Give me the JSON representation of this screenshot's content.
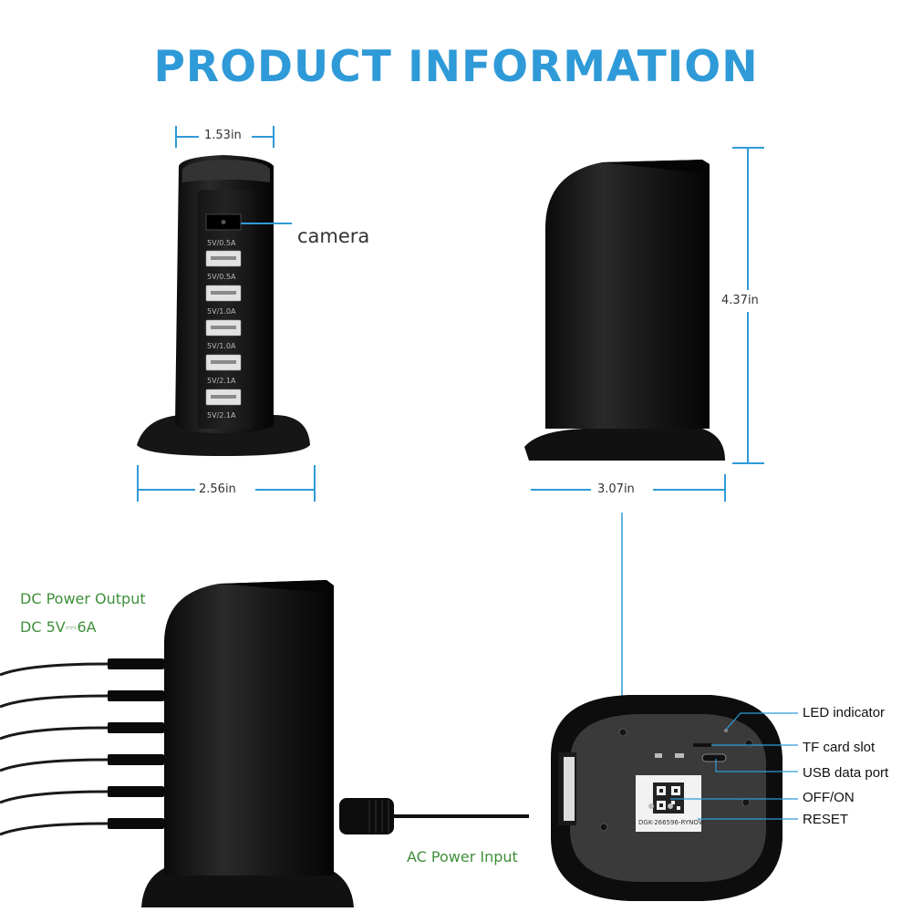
{
  "title": "PRODUCT INFORMATION",
  "front_view": {
    "top_width": "1.53in",
    "base_width": "2.56in",
    "camera_label": "camera",
    "port_ratings": [
      "5V/0.5A",
      "5V/0.5A",
      "5V/1.0A",
      "5V/1.0A",
      "5V/2.1A",
      "5V/2.1A"
    ]
  },
  "side_view": {
    "height": "4.37in",
    "depth": "3.07in"
  },
  "cable_view": {
    "output_label": "DC Power Output",
    "output_spec": "DC 5V⎓6A",
    "input_label": "AC Power Input"
  },
  "bottom_view": {
    "qr_code_text": "DGK-266596-RYNOW",
    "ports": [
      "LED indicator",
      "TF card slot",
      "USB data port",
      "OFF/ON",
      "RESET"
    ]
  },
  "colors": {
    "accent": "#2f9ad8",
    "green": "#3f8f3a"
  }
}
